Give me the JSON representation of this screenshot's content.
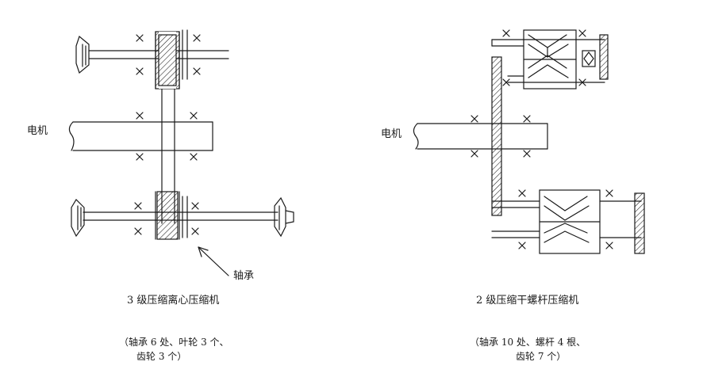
{
  "left_diagram": {
    "motor_label": "电机",
    "bearing_label": "轴承",
    "title": "3 级压缩离心压缩机",
    "note_line1": "（轴承 6 处、叶轮 3 个、",
    "note_line2": "齿轮 3 个）"
  },
  "right_diagram": {
    "motor_label": "电机",
    "title": "2 级压缩干螺杆压缩机",
    "note_line1": "（轴承 10 处、螺杆 4 根、",
    "note_line2": "齿轮 7 个）"
  },
  "colors": {
    "ink": "#1a1a1a",
    "paper": "#ffffff"
  }
}
